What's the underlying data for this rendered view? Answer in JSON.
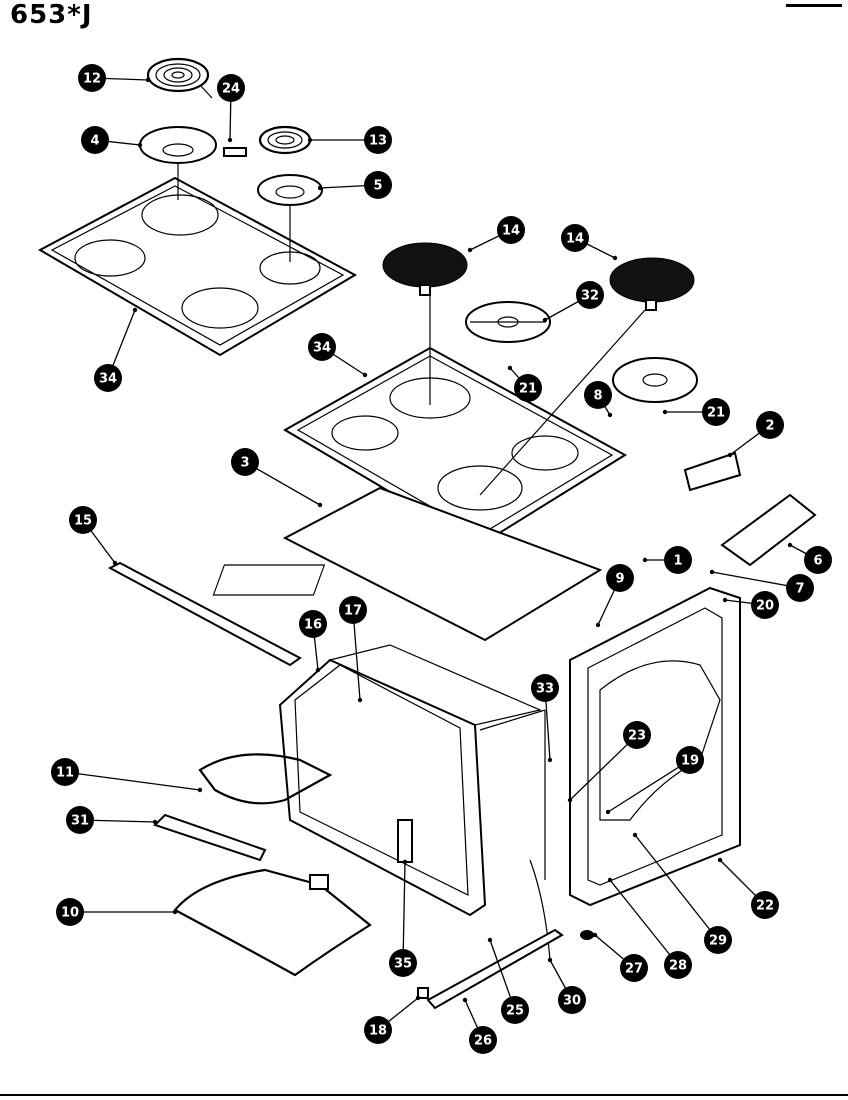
{
  "title": "653*J",
  "callouts": [
    {
      "id": "c12",
      "label": "12"
    },
    {
      "id": "c24",
      "label": "24"
    },
    {
      "id": "c4",
      "label": "4"
    },
    {
      "id": "c13",
      "label": "13"
    },
    {
      "id": "c5",
      "label": "5"
    },
    {
      "id": "c34a",
      "label": "34"
    },
    {
      "id": "c14a",
      "label": "14"
    },
    {
      "id": "c14b",
      "label": "14"
    },
    {
      "id": "c32",
      "label": "32"
    },
    {
      "id": "c34b",
      "label": "34"
    },
    {
      "id": "c21a",
      "label": "21"
    },
    {
      "id": "c8",
      "label": "8"
    },
    {
      "id": "c21b",
      "label": "21"
    },
    {
      "id": "c2",
      "label": "2"
    },
    {
      "id": "c3",
      "label": "3"
    },
    {
      "id": "c6",
      "label": "6"
    },
    {
      "id": "c1",
      "label": "1"
    },
    {
      "id": "c15",
      "label": "15"
    },
    {
      "id": "c9",
      "label": "9"
    },
    {
      "id": "c7",
      "label": "7"
    },
    {
      "id": "c20",
      "label": "20"
    },
    {
      "id": "c16",
      "label": "16"
    },
    {
      "id": "c17",
      "label": "17"
    },
    {
      "id": "c33",
      "label": "33"
    },
    {
      "id": "c23",
      "label": "23"
    },
    {
      "id": "c19",
      "label": "19"
    },
    {
      "id": "c11",
      "label": "11"
    },
    {
      "id": "c31",
      "label": "31"
    },
    {
      "id": "c22",
      "label": "22"
    },
    {
      "id": "c10",
      "label": "10"
    },
    {
      "id": "c29",
      "label": "29"
    },
    {
      "id": "c28",
      "label": "28"
    },
    {
      "id": "c27",
      "label": "27"
    },
    {
      "id": "c35",
      "label": "35"
    },
    {
      "id": "c30",
      "label": "30"
    },
    {
      "id": "c25",
      "label": "25"
    },
    {
      "id": "c18",
      "label": "18"
    },
    {
      "id": "c26",
      "label": "26"
    }
  ]
}
